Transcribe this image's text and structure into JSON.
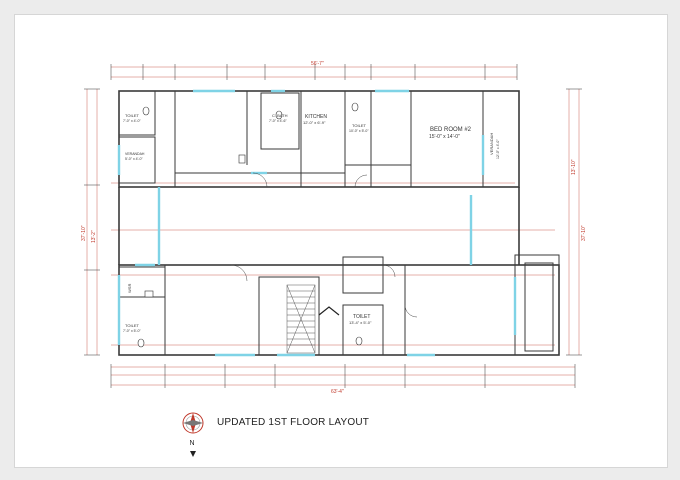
{
  "title": "UPDATED 1ST FLOOR LAYOUT",
  "compass": {
    "north": "N"
  },
  "colors": {
    "wall": "#3a3a3a",
    "window": "#7fd3e6",
    "dim": "#c0392b",
    "stair": "#555555"
  },
  "overall_dims": {
    "top": "56'-7\"",
    "bottom": "63'-4\"",
    "left": "37'-10\"",
    "right": "37'-10\"",
    "mid_left": "13'-2\"",
    "mid_right": "13'-10\""
  },
  "rooms": {
    "toilet_1": {
      "name": "TOILET",
      "size": "7'-0\" x 4'-0\""
    },
    "verandah_1": {
      "name": "VERANDAH",
      "size": "5'-0\" x 4'-0\""
    },
    "c_bath": {
      "name": "C. BATH",
      "size": "7'-0\" x 4'-6\""
    },
    "kitchen": {
      "name": "KITCHEN",
      "size": "12'-0\" x 6'-9\""
    },
    "toilet_2": {
      "name": "TOILET",
      "size": "10'-0\" x 5'-0\""
    },
    "bed_room_2": {
      "name": "BED ROOM #2",
      "size": "15'-0\" x 14'-0\""
    },
    "verandah_2": {
      "name": "VERANDAH",
      "size": "12'-0\" x 4'-0\""
    },
    "toilet_3": {
      "name": "TOILET",
      "size": "7'-0\" x 5'-0\""
    },
    "toilet_4": {
      "name": "TOILET",
      "size": "13'-4\" x 5'-0\""
    },
    "wsr": {
      "name": "WSR"
    }
  }
}
